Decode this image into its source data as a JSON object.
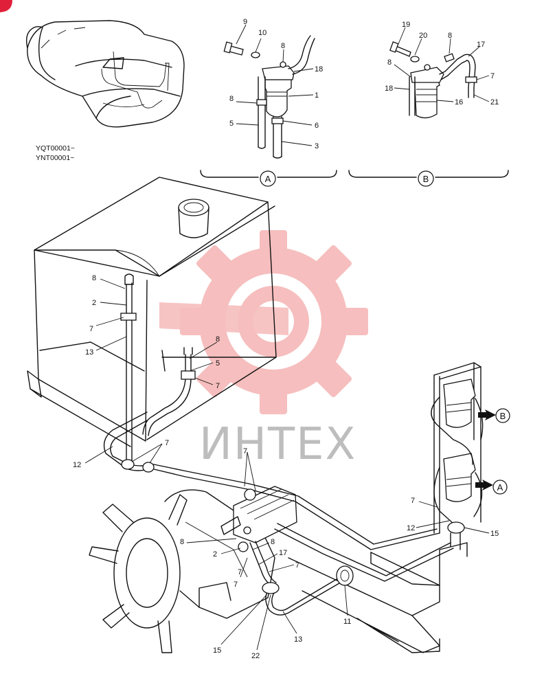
{
  "serials": [
    "YQT00001~",
    "YNT00001~"
  ],
  "views": {
    "a": "A",
    "b": "B"
  },
  "watermark": "ИНТЕХ",
  "colors": {
    "line": "#111111",
    "watermark_red": "#f08a8a",
    "watermark_gray": "#bdbdbd",
    "corner_badge": "#e0203a"
  },
  "callouts_view_a": [
    "9",
    "10",
    "8",
    "18",
    "1",
    "8",
    "5",
    "6",
    "3"
  ],
  "callouts_view_b": [
    "19",
    "20",
    "8",
    "17",
    "8",
    "7",
    "18",
    "16",
    "21"
  ],
  "callouts_main": [
    "8",
    "2",
    "7",
    "13",
    "8",
    "5",
    "7",
    "12",
    "7",
    "7",
    "7",
    "8",
    "2",
    "8",
    "17",
    "7",
    "7",
    "15",
    "22",
    "13",
    "11",
    "7",
    "12",
    "15"
  ]
}
